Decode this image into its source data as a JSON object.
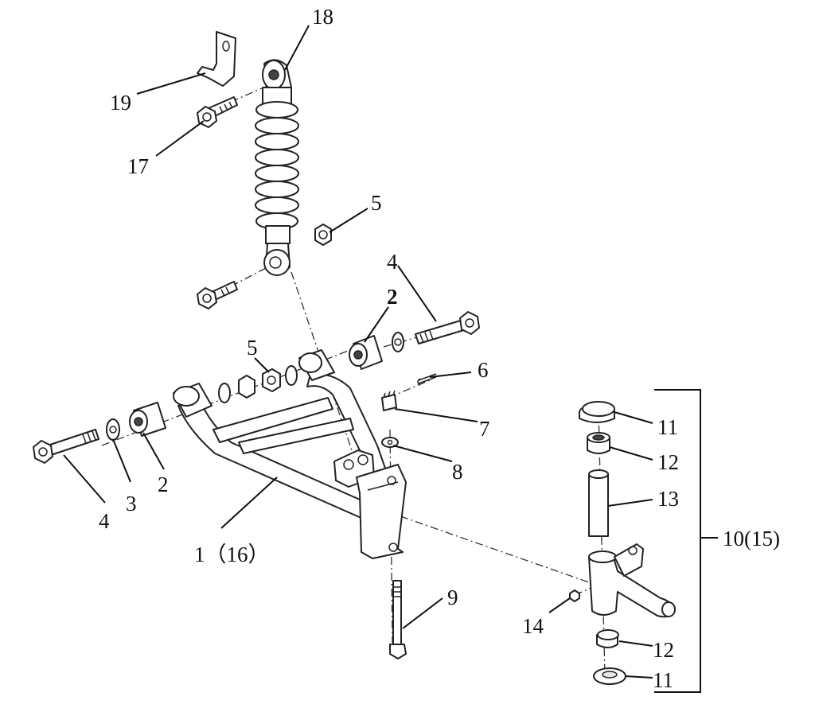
{
  "callouts": {
    "c1": "1（16）",
    "c2_left": "2",
    "c2_upper": "2",
    "c3": "3",
    "c4_left": "4",
    "c4_right": "4",
    "c5_nut_upper": "5",
    "c5_nut_lower": "5",
    "c6": "6",
    "c7": "7",
    "c8": "8",
    "c9": "9",
    "c10": "10(15)",
    "c11_top": "11",
    "c11_bottom": "11",
    "c12_top": "12",
    "c12_bottom": "12",
    "c13": "13",
    "c14": "14",
    "c17": "17",
    "c18": "18",
    "c19": "19"
  }
}
